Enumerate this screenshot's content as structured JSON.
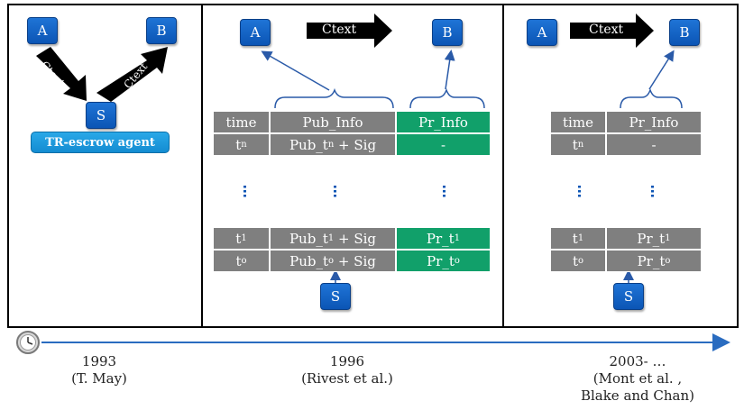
{
  "panel1": {
    "a": "A",
    "b": "B",
    "s": "S",
    "ctext_left": "Ctext",
    "ctext_right": "Ctext",
    "escrow": "TR-escrow agent"
  },
  "panel2": {
    "a": "A",
    "b": "B",
    "s": "S",
    "ctext": "Ctext",
    "headers": [
      "time",
      "Pub_Info",
      "Pr_Info"
    ],
    "row_n": [
      "t",
      "n",
      "Pub_t",
      "n",
      " + Sig",
      "-"
    ],
    "row_1": [
      "t",
      "1",
      "Pub_t",
      "1",
      " + Sig",
      "Pr_t",
      "1"
    ],
    "row_0": [
      "t",
      "o",
      "Pub_t",
      "o",
      " + Sig",
      "Pr_t",
      "o"
    ]
  },
  "panel3": {
    "a": "A",
    "b": "B",
    "s": "S",
    "ctext": "Ctext",
    "headers": [
      "time",
      "Pr_Info"
    ],
    "row_n": [
      "t",
      "n",
      "-"
    ],
    "row_1": [
      "t",
      "1",
      "Pr_t",
      "1"
    ],
    "row_0": [
      "t",
      "o",
      "Pr_t",
      "o"
    ]
  },
  "timeline": {
    "clock_icon": "clock-icon",
    "labels": [
      [
        "1993",
        "(T. May)"
      ],
      [
        "1996",
        "(Rivest et al.)"
      ],
      [
        "2003- …",
        "(Mont et al. ,",
        "Blake and Chan)"
      ]
    ]
  },
  "colors": {
    "node": "#0b55b5",
    "escrow": "#148cd2",
    "cell_gray": "#7f7f7f",
    "cell_green": "#11a06a"
  }
}
